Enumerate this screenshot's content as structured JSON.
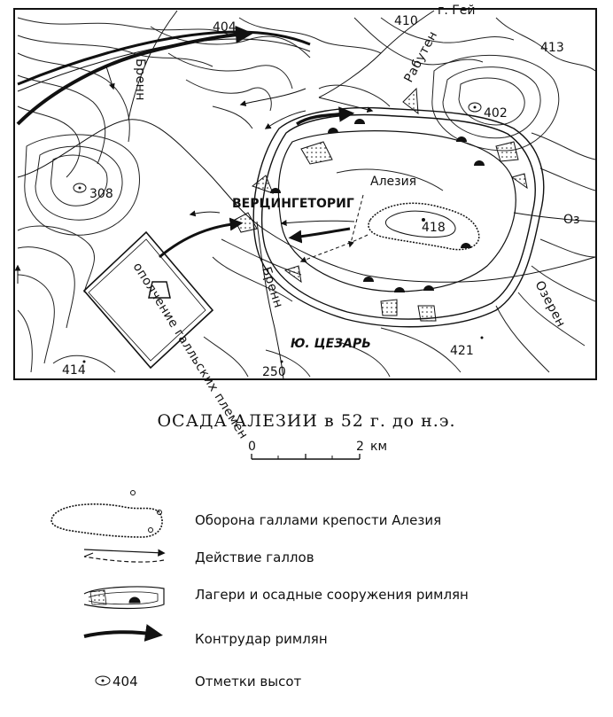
{
  "map": {
    "labels": {
      "alesia": "Алезия",
      "vercingetorix": "ВЕРЦИНГЕТОРИГ",
      "caesar": "Ю. ЦЕЗАРЬ",
      "brenn_top": "Бренн",
      "brenn_bottom": "Бренн",
      "rabuten": "Рабутен",
      "ozeren": "Озерен",
      "oz_short": "Оз",
      "gallic_militia": "ополчение галльских племен",
      "top_right_river": "г. Гей"
    },
    "elevations": [
      "404",
      "410",
      "413",
      "402",
      "308",
      "418",
      "421",
      "414",
      "250"
    ]
  },
  "legend": {
    "title": "ОСАДА АЛЕЗИИ в 52 г. до н.э.",
    "scale": {
      "min": "0",
      "max": "2",
      "unit": "км"
    },
    "items": [
      {
        "label": "Оборона галлами крепости Алезия"
      },
      {
        "label": "Действие галлов"
      },
      {
        "label": "Лагери и осадные сооружения римлян"
      },
      {
        "label": "Контрудар римлян"
      },
      {
        "label": "Отметки высот",
        "sample_value": "404"
      }
    ]
  }
}
